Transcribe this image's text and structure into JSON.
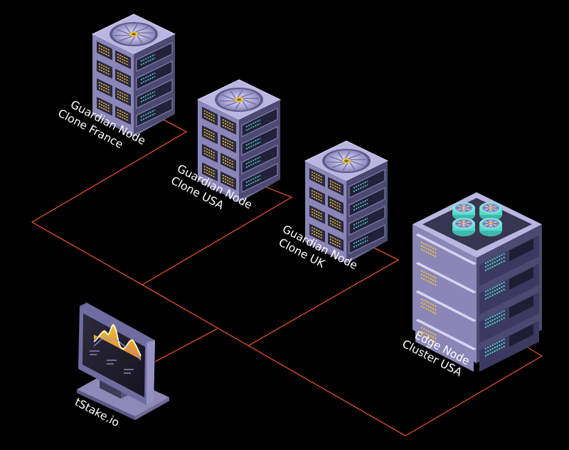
{
  "diagram": {
    "nodes": [
      {
        "id": "gn-france",
        "line1": "Guardian Node",
        "line2": "Clone France"
      },
      {
        "id": "gn-usa",
        "line1": "Guardian Node",
        "line2": "Clone USA"
      },
      {
        "id": "gn-uk",
        "line1": "Guardian Node",
        "line2": "Clone UK"
      },
      {
        "id": "edge-usa",
        "line1": "Edge Node",
        "line2": "Cluster USA"
      },
      {
        "id": "tstake",
        "line1": "tStake.io"
      }
    ],
    "colors": {
      "background": "#000000",
      "connector": "#e0502a",
      "server_light": "#b9b6e2",
      "server_mid": "#8a86b8",
      "server_dark": "#4d4a72",
      "accent_yellow": "#f2c531",
      "accent_teal": "#52d8cc",
      "label": "#ffffff"
    },
    "icons": {
      "guardian": "server-tower-icon",
      "edge": "server-rack-icon",
      "client": "monitor-icon"
    }
  }
}
